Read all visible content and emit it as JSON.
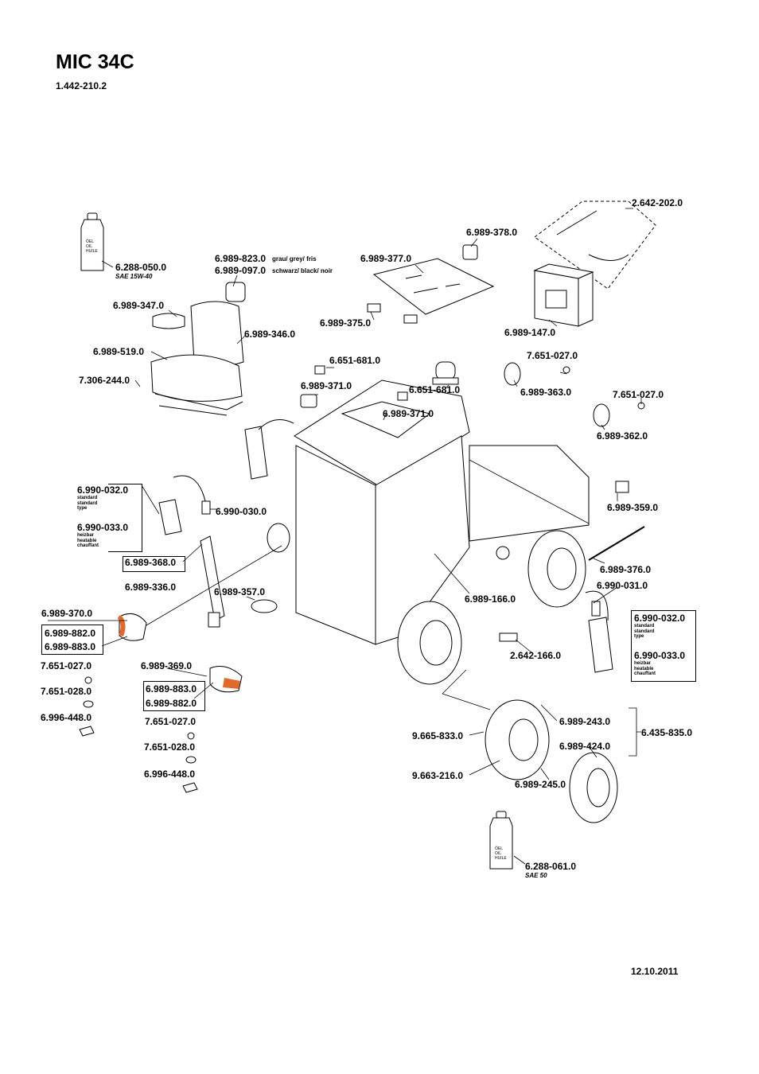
{
  "header": {
    "title": "MIC 34C",
    "doc_number": "1.442-210.2"
  },
  "footer": {
    "date": "12.10.2011"
  },
  "bottle_labels": {
    "line1": "ÖEL",
    "line2": "OIL",
    "line3": "HUILE"
  },
  "parts": {
    "oil_top": "6.288-050.0",
    "oil_top_note": "SAE 15W-40",
    "headrest_grey": "6.989-823.0",
    "headrest_grey_note": "grau/ grey/ fris",
    "headrest_black": "6.989-097.0",
    "headrest_black_note": "schwarz/ black/ noir",
    "windscreen": "6.989-377.0",
    "clip_top": "6.989-378.0",
    "cable_set": "2.642-202.0",
    "armrest": "6.989-347.0",
    "hinge": "6.989-375.0",
    "battery": "6.989-147.0",
    "seat_back": "6.989-346.0",
    "seat": "6.989-519.0",
    "beacon_holder": "6.651-681.0",
    "bulb_a": "7.651-027.0",
    "screw_seat": "7.306-244.0",
    "roof_light_left": "6.989-371.0",
    "beacon": "6.651-681.0",
    "rear_lamp_a": "6.989-363.0",
    "bulb_b": "7.651-027.0",
    "roof_light_right": "6.989-371.0",
    "rear_lamp_b": "6.989-362.0",
    "mirror_std_l": "6.990-032.0",
    "mirror_std_l_note": "standard\nstandard\ntype",
    "mirror_arm_l": "6.990-030.0",
    "mirror_heat_l": "6.990-033.0",
    "mirror_heat_l_note": "heizbar\nheatable\nchauffant",
    "mirror_flasher": "6.989-359.0",
    "wiper_arm": "6.989-368.0",
    "wiper_motor": "6.989-336.0",
    "rod": "6.989-376.0",
    "mirror_arm_r": "6.990-031.0",
    "lever": "6.989-357.0",
    "headlamp_left": "6.989-370.0",
    "reflector": "6.989-166.0",
    "mirror_std_r": "6.990-032.0",
    "mirror_std_r_note": "standard\nstandard\ntype",
    "lens_left_a": "6.989-882.0",
    "lens_left_b": "6.989-883.0",
    "connector": "2.642-166.0",
    "mirror_heat_r": "6.990-033.0",
    "mirror_heat_r_note": "heizbar\nheatable\nchauffant",
    "bulb_c": "7.651-027.0",
    "headlamp_right": "6.989-369.0",
    "bulb_d": "7.651-028.0",
    "lens_right_a": "6.989-883.0",
    "lens_right_b": "6.989-882.0",
    "socket_left": "6.996-448.0",
    "valve": "6.989-243.0",
    "wheel_kit": "6.435-835.0",
    "bulb_e": "7.651-027.0",
    "tyre": "9.665-833.0",
    "tube": "6.989-424.0",
    "bulb_f": "7.651-028.0",
    "socket_right": "6.996-448.0",
    "rim": "9.663-216.0",
    "wheel_bolt": "6.989-245.0",
    "oil_bottom": "6.288-061.0",
    "oil_bottom_note": "SAE 50"
  },
  "colors": {
    "line": "#000000",
    "accent_lens": "#e06a2c"
  }
}
